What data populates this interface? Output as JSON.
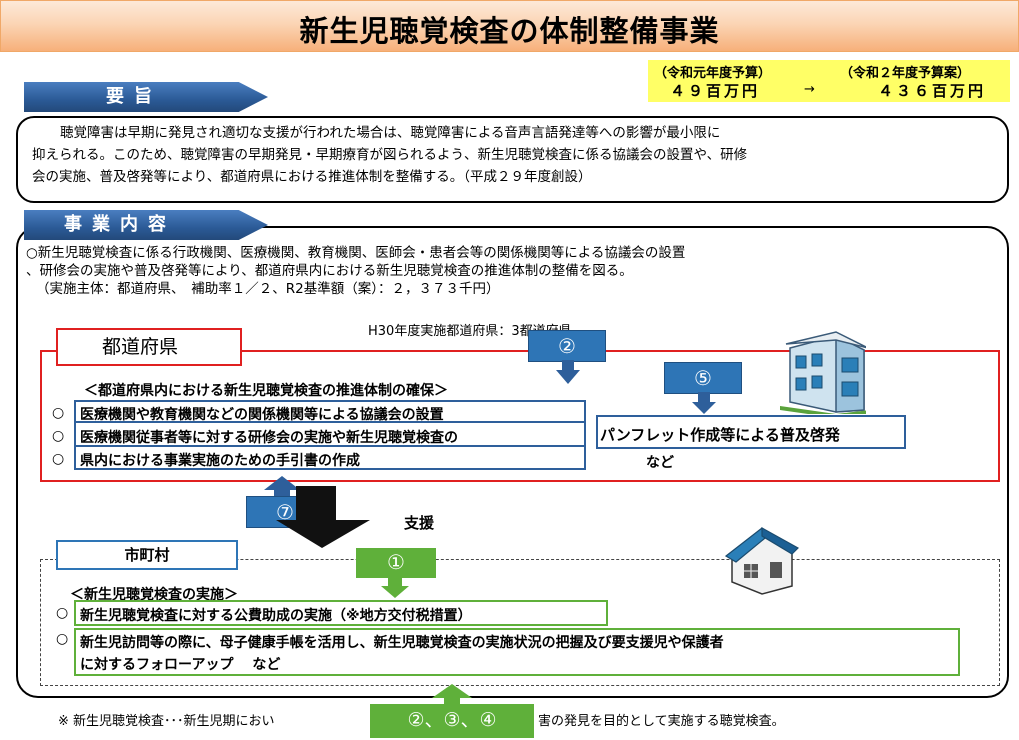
{
  "title": "新生児聴覚検査の体制整備事業",
  "budget": {
    "prev_label": "（令和元年度予算）",
    "prev_value": "４９百万円",
    "arrow": "→",
    "next_label": "（令和２年度予算案）",
    "next_value": "４３６百万円"
  },
  "summary": {
    "heading": "要旨",
    "lines": [
      "聴覚障害は早期に発見され適切な支援が行われた場合は、聴覚障害による音声言語発達等への影響が最小限に",
      "抑えられる。このため、聴覚障害の早期発見・早期療育が図られるよう、新生児聴覚検査に係る協議会の設置や、研修",
      "会の実施、普及啓発等により、都道府県における推進体制を整備する。（平成２９年度創設）"
    ]
  },
  "content": {
    "heading": "事業内容",
    "lines": [
      "○新生児聴覚検査に係る行政機関、医療機関、教育機関、医師会・患者会等の関係機関等による協議会の設置",
      "、研修会の実施や普及啓発等により、都道府県内における新生児聴覚検査の推進体制の整備を図る。",
      "（実施主体：都道府県、　補助率１／２、R2基準額（案）：２，３７３千円）"
    ],
    "implemented": "H30年度実施都道府県：3都道府県"
  },
  "prefecture": {
    "label": "都道府県",
    "subheading": "＜都道府県内における新生児聴覚検査の推進体制の確保＞",
    "items": [
      "医療機関や教育機関などの関係機関等による協議会の設置",
      "医療機関従事者等に対する研修会の実施や新生児聴覚検査の",
      "県内における事業実施のための手引書の作成"
    ],
    "pamphlet": "パンフレット作成等による普及啓発",
    "etc": "など",
    "circle": "○"
  },
  "support_label": "支援",
  "municipality": {
    "label": "市町村",
    "subheading": "＜新生児聴覚検査の実施＞",
    "items": [
      "新生児聴覚検査に対する公費助成の実施（※地方交付税措置）",
      "新生児訪問等の際に、母子健康手帳を活用し、新生児聴覚検査の実施状況の把握及び要支援児や保護者",
      "に対するフォローアップ　 など"
    ],
    "circle": "○"
  },
  "numbers": {
    "n1": "①",
    "n2": "②",
    "n5": "⑤",
    "n7": "⑦",
    "n234": "②、③、④"
  },
  "footnote": {
    "left": "※ 新生児聴覚検査･･･新生児期におい",
    "right": "害の発見を目的として実施する聴覚検査。"
  },
  "colors": {
    "heading_blue": "#2e5f9b",
    "pref_red": "#e02020",
    "muni_green": "#5fb03a",
    "budget_yellow": "#ffff66"
  }
}
